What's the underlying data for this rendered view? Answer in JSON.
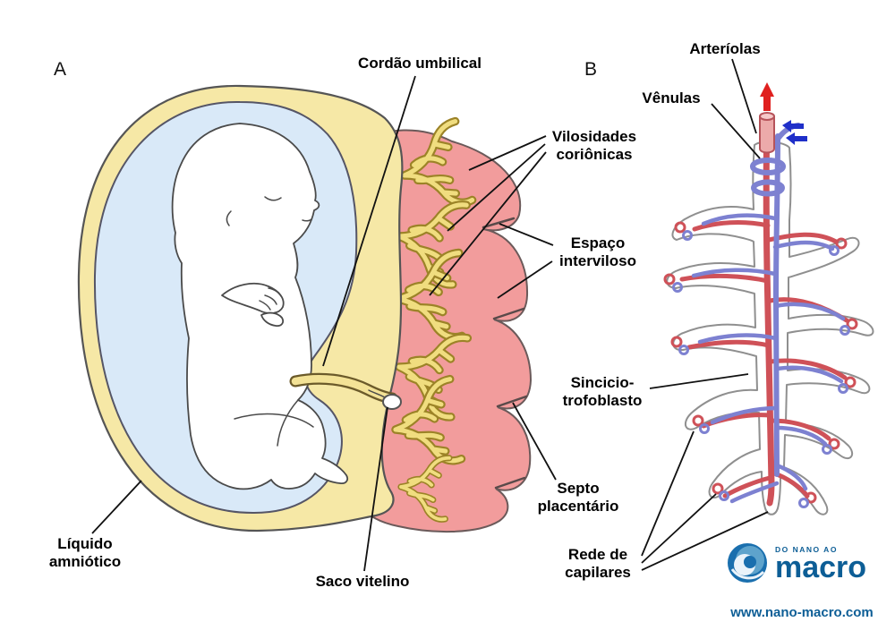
{
  "figure": {
    "panel_a_label": "A",
    "panel_b_label": "B"
  },
  "labels": {
    "umbilical_cord": "Cordão umbilical",
    "amniotic_fluid": "Líquido\namniótico",
    "yolk_sac": "Saco vitelino",
    "chorionic_villi": "Vilosidades\ncoriônicas",
    "intervillous_space": "Espaço\ninterviloso",
    "syncytiotrophoblast": "Sincicio-\ntrofoblasto",
    "placental_septum": "Septo\nplacentário",
    "capillary_network": "Rede de\ncapilares",
    "arterioles": "Arteríolas",
    "venules": "Vênulas"
  },
  "logo": {
    "tagline": "DO NANO AO",
    "name": "macro",
    "url": "www.nano-macro.com"
  },
  "colors": {
    "amniotic_fluid_blue": "#d9e9f8",
    "chorion_yellow": "#f6e8a6",
    "placenta_pink": "#f29c9c",
    "artery_red": "#cf5158",
    "vein_blue": "#7d81d1",
    "logo_blue": "#0d5e96"
  }
}
